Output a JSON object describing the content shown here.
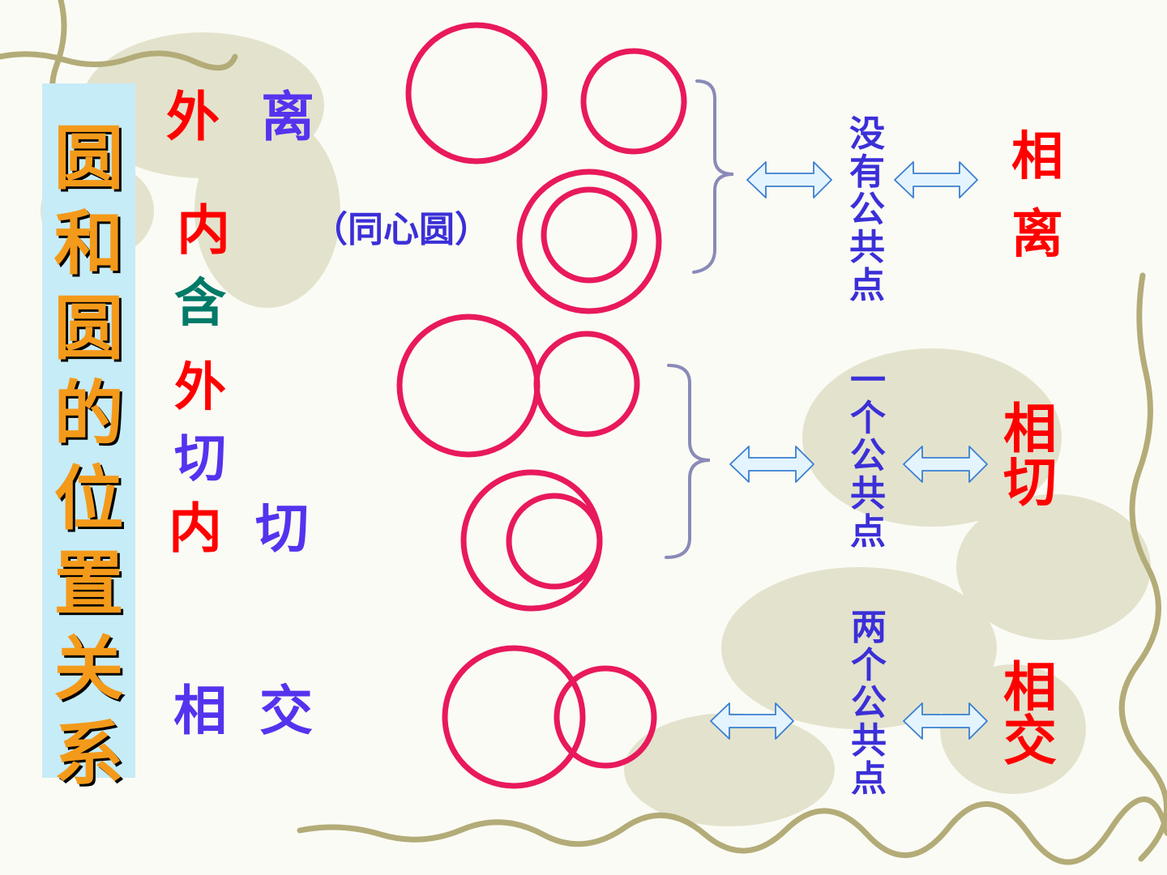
{
  "title": [
    "圆",
    "和",
    "圆",
    "的",
    "位",
    "置",
    "关",
    "系"
  ],
  "labels": {
    "outer_separate": [
      "外",
      "离"
    ],
    "inner_contain": [
      "内",
      "含"
    ],
    "concentric": "（同心圆）",
    "outer_tangent": [
      "外",
      "切"
    ],
    "inner_tangent": [
      "内",
      "切"
    ],
    "intersect": [
      "相",
      "交"
    ]
  },
  "common_points": {
    "none": [
      "没",
      "有",
      "公",
      "共",
      "点"
    ],
    "one": [
      "一",
      "个",
      "公",
      "共",
      "点"
    ],
    "two": [
      "两",
      "个",
      "公",
      "共",
      "点"
    ]
  },
  "relations": {
    "separate": [
      "相",
      "离"
    ],
    "tangent": [
      "相",
      "切"
    ],
    "intersect": [
      "相",
      "交"
    ]
  },
  "colors": {
    "circle": "#e8195c",
    "red_text": "#ff0000",
    "blue_text": "#5533ee",
    "green_text": "#007a68",
    "brace": "#8a8ab8",
    "arrow_stroke": "#3a7fd0",
    "arrow_fill": "#e4f4ff",
    "title_text": "#f49a1a",
    "title_panel": "#c6ecf8"
  }
}
